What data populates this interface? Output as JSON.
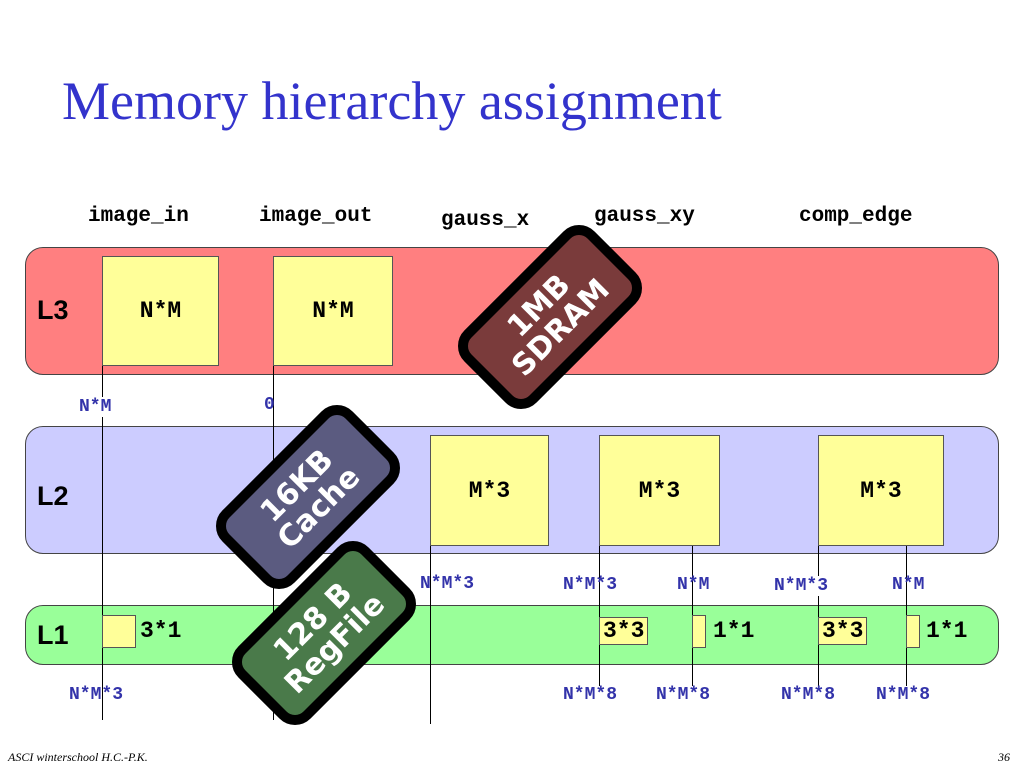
{
  "title": "Memory hierarchy assignment",
  "arrays": [
    "image_in",
    "image_out",
    "gauss_x",
    "gauss_xy",
    "comp_edge"
  ],
  "levels": {
    "l3": "L3",
    "l2": "L2",
    "l1": "L1"
  },
  "l3_boxes": [
    "N*M",
    "N*M"
  ],
  "l2_boxes": [
    "M*3",
    "M*3",
    "M*3"
  ],
  "l1_counts": [
    "3*1",
    "3*3",
    "1*1",
    "3*3",
    "1*1"
  ],
  "transfers_l3_l2": [
    "N*M",
    "0"
  ],
  "transfers_l2_l1": [
    "N*M*3",
    "N*M*3",
    "N*M",
    "N*M*3",
    "N*M"
  ],
  "transfers_l1": [
    "N*M*3",
    "N*M*8",
    "N*M*8",
    "N*M*8",
    "N*M*8"
  ],
  "tags": {
    "sdram": [
      "1MB",
      "SDRAM"
    ],
    "cache": [
      "16KB",
      "Cache"
    ],
    "regfile": [
      "128 B",
      "RegFile"
    ]
  },
  "colors": {
    "title": "#3333cc",
    "l3_band": "#ff7f80",
    "l2_band": "#ccccff",
    "l1_band": "#99ff99",
    "box": "#ffff99",
    "label": "#3333aa"
  },
  "footer": {
    "left": "ASCI winterschool  H.C.-P.K.",
    "page": "36"
  }
}
